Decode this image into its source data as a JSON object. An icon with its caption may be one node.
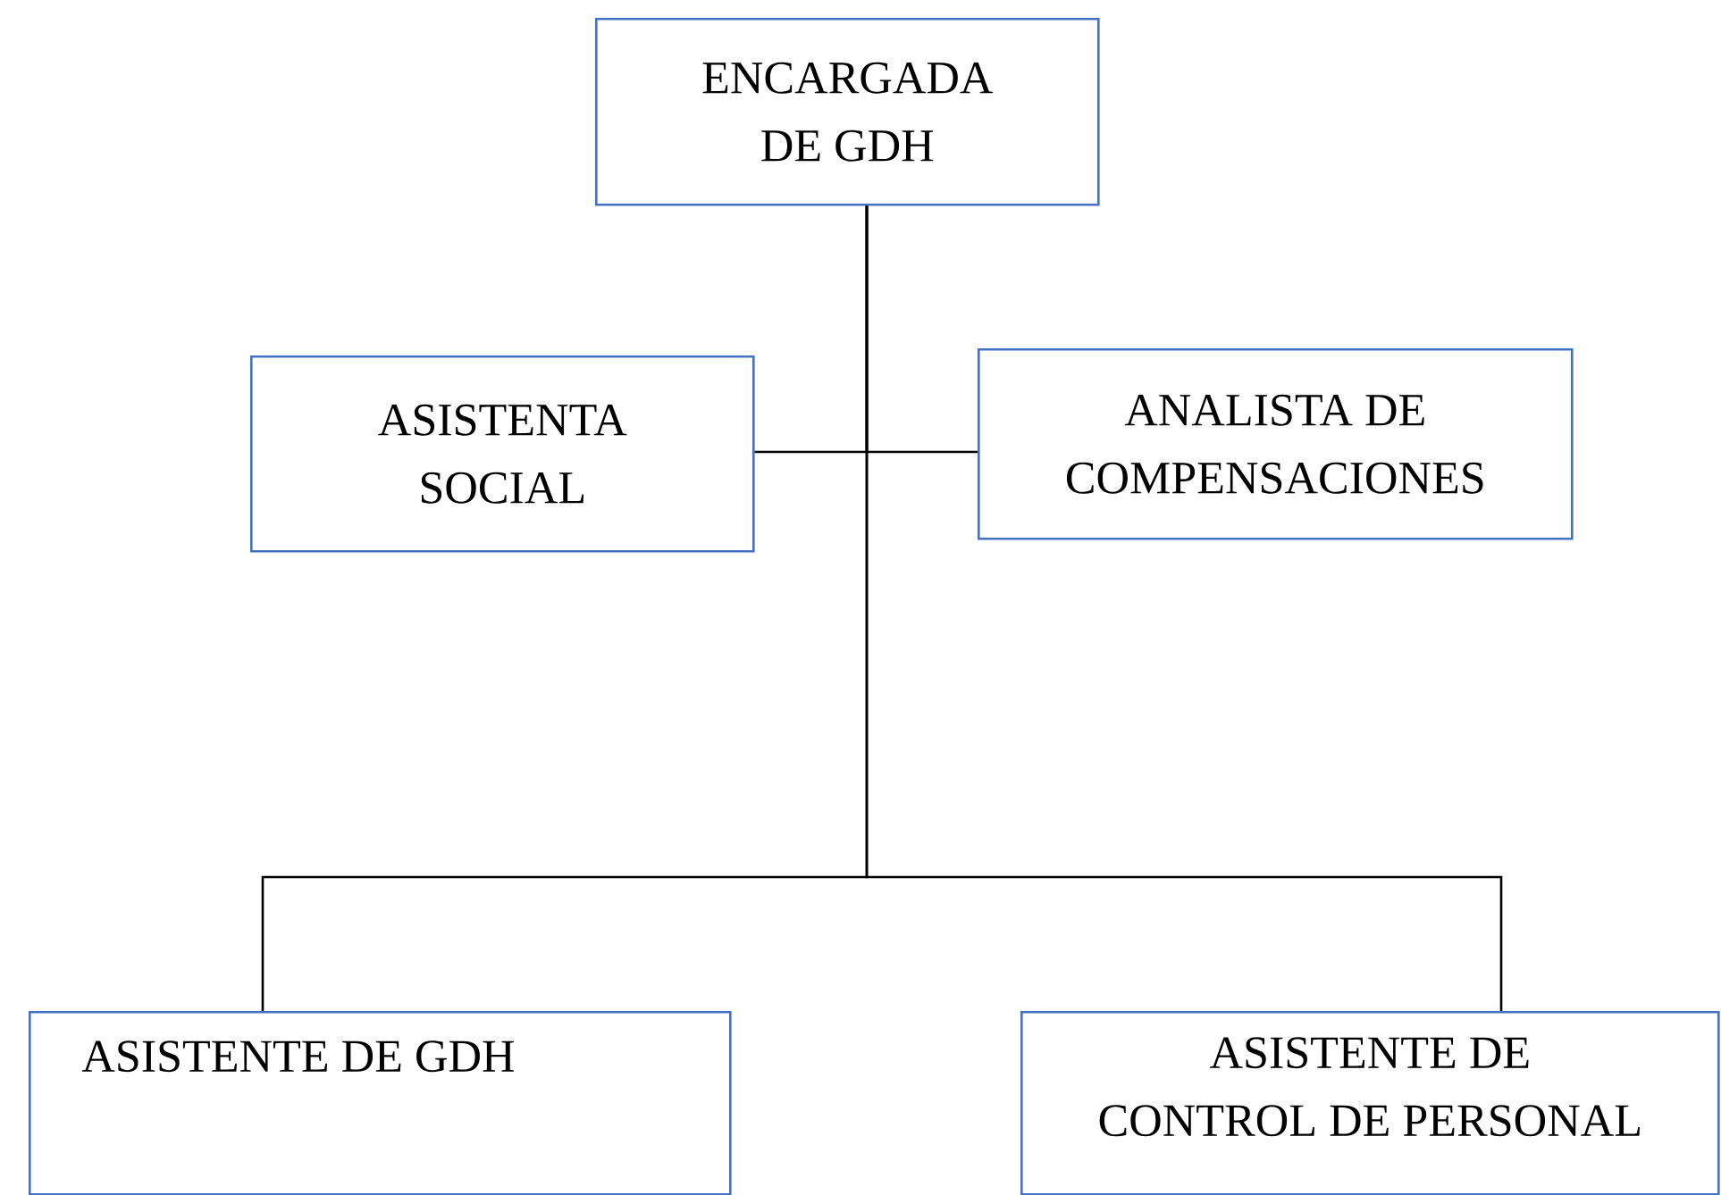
{
  "diagram": {
    "nodes": [
      {
        "text": [
          "ENCARGADA DE GDH"
        ]
      },
      {
        "text": [
          "ASISTENTA SOCIAL"
        ]
      },
      {
        "text": [
          "ANALISTA DE COMPENSACIONES"
        ]
      },
      {
        "text": [
          "ASISTENTE DE GDH"
        ]
      },
      {
        "text": [
          "ASISTENTE DE CONTROL DE PERSONAL"
        ]
      }
    ],
    "edges": [
      {
        "from": 0,
        "to": 1,
        "arrow": "none"
      },
      {
        "from": 0,
        "to": 2,
        "arrow": "none"
      },
      {
        "from": 0,
        "to": 3,
        "arrow": "none"
      },
      {
        "from": 0,
        "to": 4,
        "arrow": "none"
      }
    ]
  }
}
